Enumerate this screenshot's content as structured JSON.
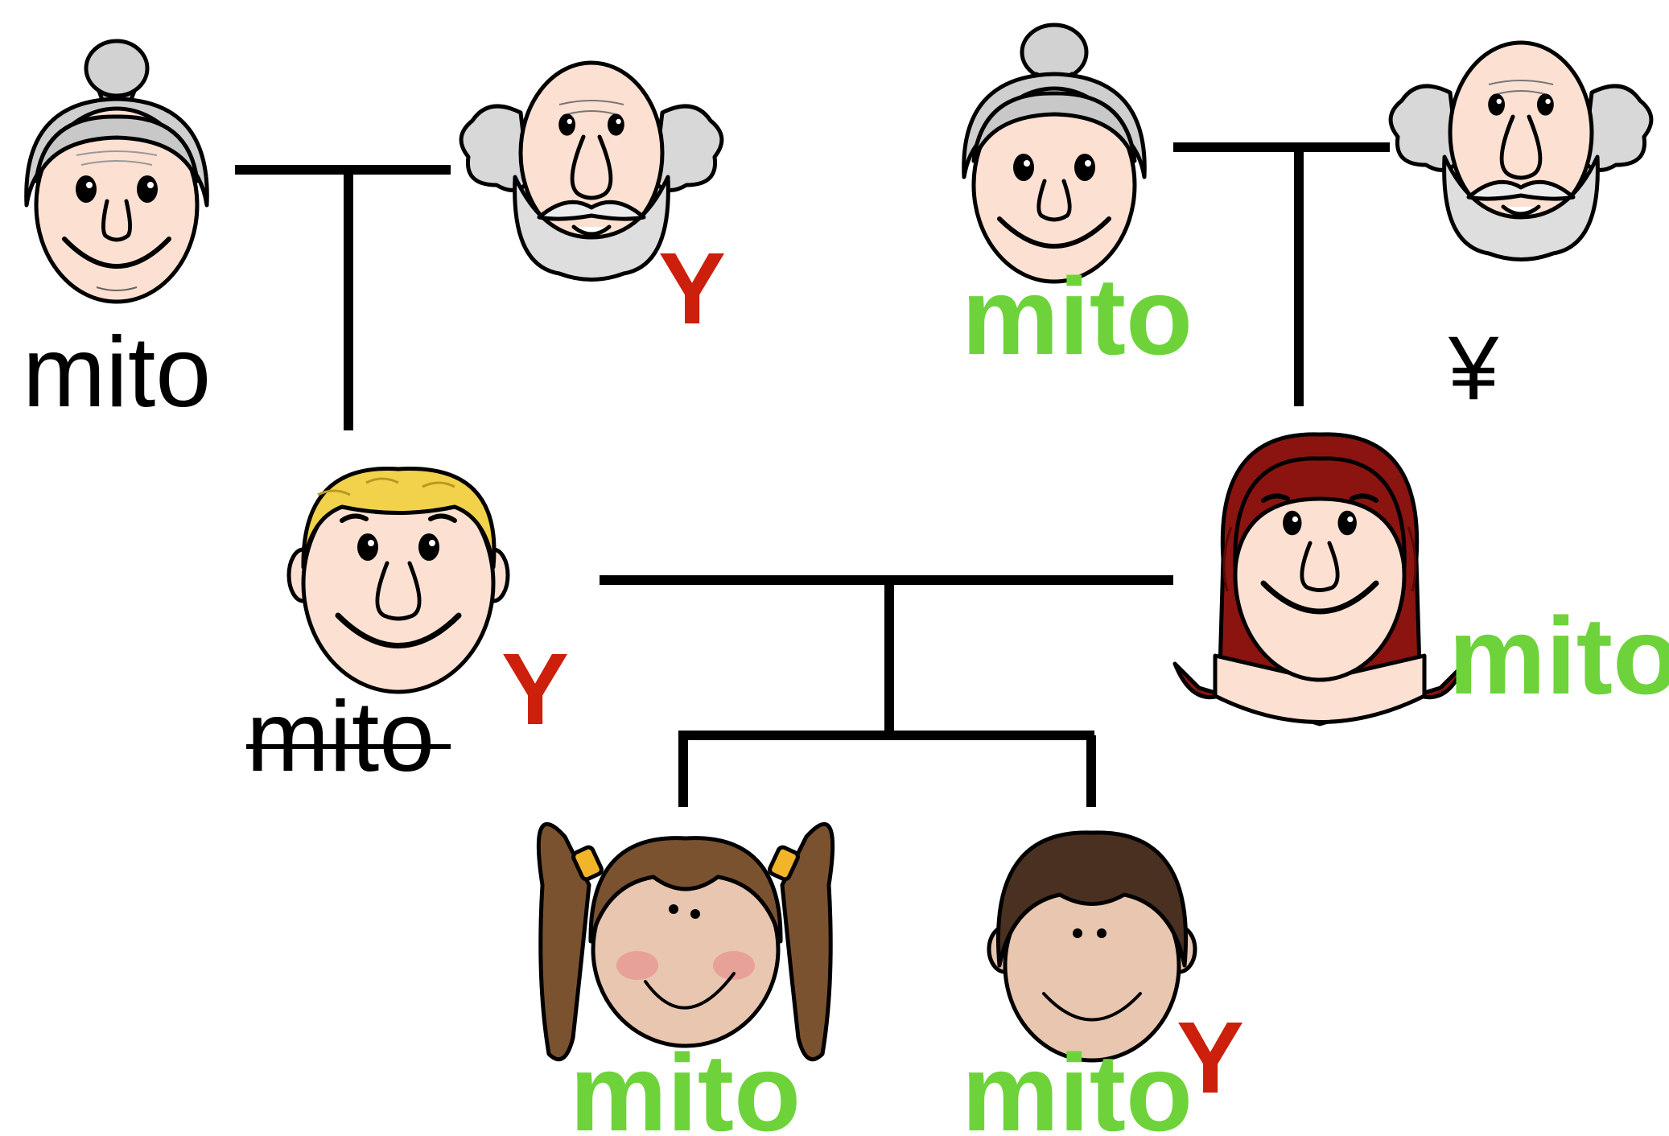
{
  "colors": {
    "mito_plain": "#000000",
    "mito_green": "#6ed33a",
    "y_red": "#cc1f0c",
    "line": "#000000",
    "skin_adult": "#fce0d2",
    "skin_child": "#e8c6b0",
    "hair_grey": "#d2d2d2",
    "hair_blond": "#f1d24a",
    "hair_red": "#8b1410",
    "hair_brown": "#7a5230",
    "hair_dark": "#4a3020"
  },
  "people": [
    {
      "id": "grandmother-paternal",
      "icon": "grandmother-face-icon"
    },
    {
      "id": "grandfather-paternal",
      "icon": "grandfather-face-icon"
    },
    {
      "id": "grandmother-maternal",
      "icon": "grandmother-face-icon"
    },
    {
      "id": "grandfather-maternal",
      "icon": "grandfather-face-icon"
    },
    {
      "id": "father",
      "icon": "blond-man-face-icon"
    },
    {
      "id": "mother",
      "icon": "red-haired-woman-face-icon"
    },
    {
      "id": "daughter",
      "icon": "pigtail-girl-face-icon"
    },
    {
      "id": "son",
      "icon": "boy-face-icon"
    }
  ],
  "labels": {
    "gm_paternal_mito": "mito",
    "gf_paternal_y": "Y",
    "gm_maternal_mito": "mito",
    "gf_maternal_y": "¥",
    "father_mito": "mito",
    "father_mito_struck": true,
    "father_y": "Y",
    "mother_mito": "mito",
    "daughter_mito": "mito",
    "son_mito": "mito",
    "son_y": "Y"
  }
}
